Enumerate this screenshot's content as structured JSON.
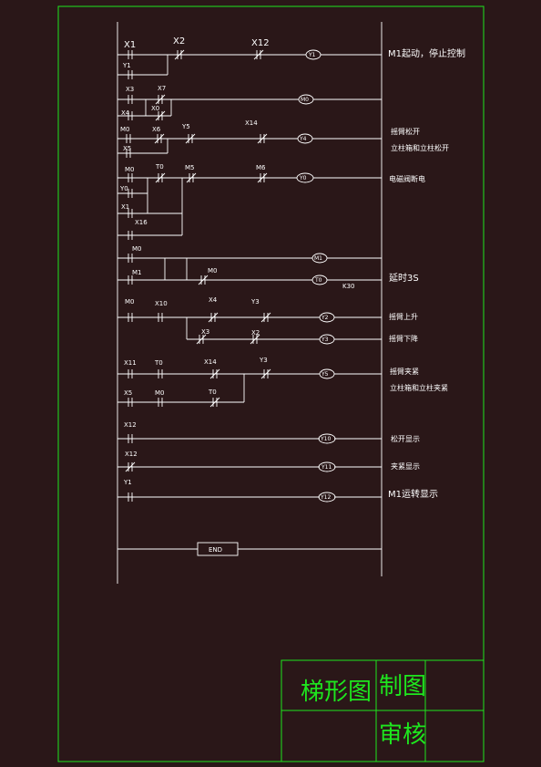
{
  "colors": {
    "background": "#2a1718",
    "lines": "#ffffff",
    "frame": "#1ee61e"
  },
  "contacts": {
    "r1": [
      "X1",
      "X2",
      "X12",
      "Y1"
    ],
    "r2": [
      "X3",
      "X7",
      "X4",
      "X0"
    ],
    "r3": [
      "M0",
      "X6",
      "Y5",
      "X14",
      "X5"
    ],
    "r4": [
      "M0",
      "T0",
      "M5",
      "M6",
      "Y0",
      "X1",
      "X16"
    ],
    "r5": [
      "M0",
      "M1",
      "M0"
    ],
    "r6": [
      "M0",
      "X10",
      "X4",
      "Y3",
      "X3",
      "X2"
    ],
    "r7": [
      "X11",
      "T0",
      "X14",
      "Y3",
      "X5",
      "M0",
      "T0"
    ],
    "r8": [
      "X12",
      "X12",
      "Y1"
    ]
  },
  "coils": [
    "Y1",
    "M0",
    "Y4",
    "Y0",
    "M1",
    "T0",
    "Y2",
    "Y3",
    "Y5",
    "Y10",
    "Y11",
    "Y12"
  ],
  "timer_constant": "K30",
  "end_label": "END",
  "notes": {
    "n1": "M1起动，停止控制",
    "n2": "摇臂松开",
    "n3": "立柱箱和立柱松开",
    "n4": "电磁阀断电",
    "n5": "延时3S",
    "n6": "摇臂上升",
    "n7": "摇臂下降",
    "n8": "摇臂夹紧",
    "n9": "立柱箱和立柱夹紧",
    "n10": "松开显示",
    "n11": "夹紧显示",
    "n12": "M1运转显示"
  },
  "title_block": {
    "drawing_name": "梯形图",
    "drawn_by": "制图",
    "checked_by": "审核"
  }
}
